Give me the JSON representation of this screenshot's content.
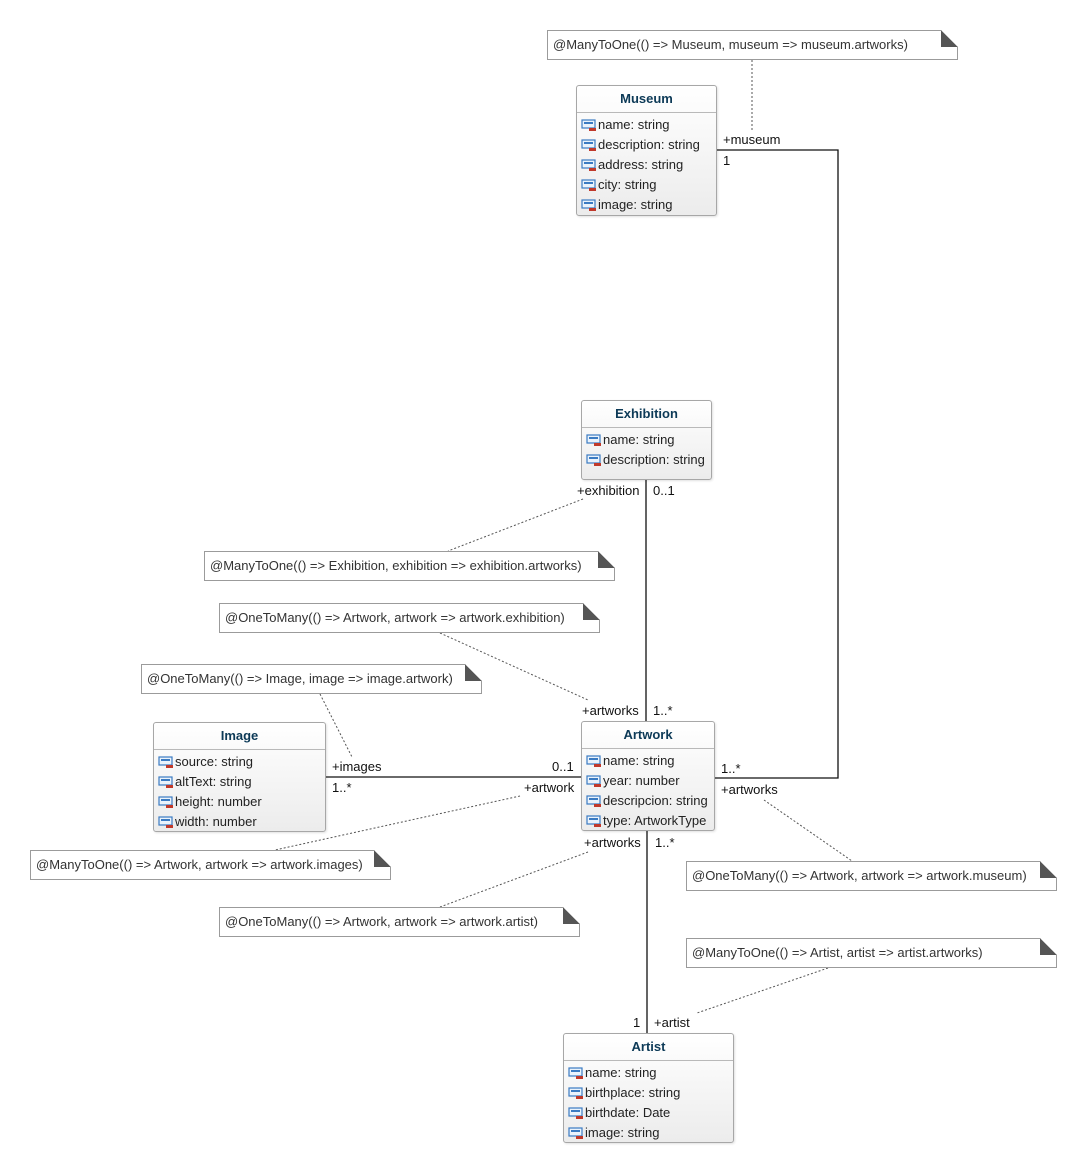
{
  "classes": {
    "museum": {
      "name": "Museum",
      "attributes": [
        "name: string",
        "description: string",
        "address: string",
        "city: string",
        "image: string"
      ]
    },
    "exhibition": {
      "name": "Exhibition",
      "attributes": [
        "name: string",
        "description: string"
      ]
    },
    "image": {
      "name": "Image",
      "attributes": [
        "source: string",
        "altText: string",
        "height: number",
        "width: number"
      ]
    },
    "artwork": {
      "name": "Artwork",
      "attributes": [
        "name: string",
        "year: number",
        "descripcion: string",
        "type: ArtworkType"
      ]
    },
    "artist": {
      "name": "Artist",
      "attributes": [
        "name: string",
        "birthplace: string",
        "birthdate: Date",
        "image: string"
      ]
    }
  },
  "notes": {
    "museum_artworks": "@ManyToOne(() => Museum, museum => museum.artworks)",
    "exhibition_artworks": "@ManyToOne(() => Exhibition, exhibition => exhibition.artworks)",
    "artwork_exhibition": "@OneToMany(() => Artwork, artwork => artwork.exhibition)",
    "image_artwork": "@OneToMany(() => Image, image => image.artwork)",
    "artwork_images": "@ManyToOne(() => Artwork, artwork => artwork.images)",
    "artwork_museum": "@OneToMany(() => Artwork, artwork => artwork.museum)",
    "artwork_artist": "@OneToMany(() => Artwork, artwork => artwork.artist)",
    "artist_artworks": "@ManyToOne(() => Artist, artist => artist.artworks)"
  },
  "labels": {
    "museum_role": "+museum",
    "museum_mult": "1",
    "exhibition_role": "+exhibition",
    "exhibition_mult": "0..1",
    "artworks_exh_role": "+artworks",
    "artworks_exh_mult": "1..*",
    "images_role": "+images",
    "images_mult": "1..*",
    "artwork_img_mult": "0..1",
    "artwork_img_role": "+artwork",
    "artworks_mus_mult": "1..*",
    "artworks_mus_role": "+artworks",
    "artworks_art_role": "+artworks",
    "artworks_art_mult": "1..*",
    "artist_mult": "1",
    "artist_role": "+artist"
  },
  "colors": {
    "class_title": "#0d3a57",
    "class_border": "#a7a7a7",
    "icon_blue": "#3b7bc2",
    "icon_red": "#c0392b"
  },
  "icon_name": "field-icon"
}
